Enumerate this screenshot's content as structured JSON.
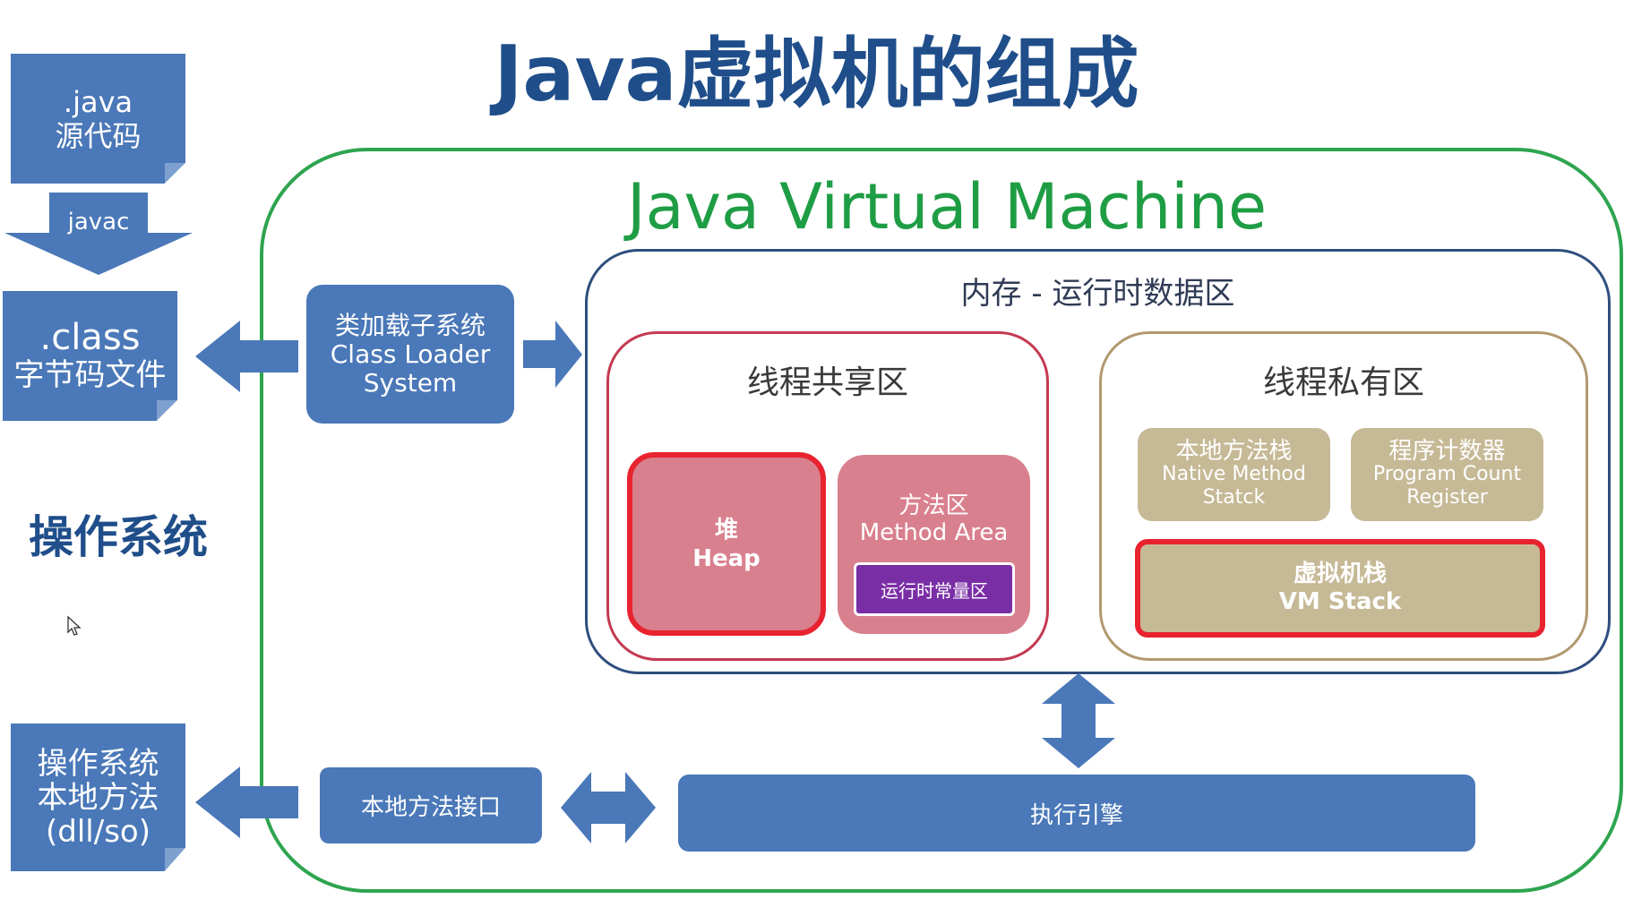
{
  "title": "Java虚拟机的组成",
  "source_file": {
    "line1": ".java",
    "line2": "源代码"
  },
  "javac_label": "javac",
  "class_file": {
    "line1": ".class",
    "line2": "字节码文件"
  },
  "os_label": "操作系统",
  "os_native": {
    "line1": "操作系统",
    "line2": "本地方法",
    "line3": "(dll/so)"
  },
  "jvm_title": "Java Virtual Machine",
  "class_loader": {
    "line1": "类加载子系统",
    "line2": "Class Loader",
    "line3": "System"
  },
  "memory": {
    "title": "内存 - 运行时数据区",
    "shared": {
      "title": "线程共享区",
      "heap": {
        "line1": "堆",
        "line2": "Heap"
      },
      "method_area": {
        "line1": "方法区",
        "line2": "Method Area",
        "constant_pool": "运行时常量区"
      }
    },
    "private": {
      "title": "线程私有区",
      "native_stack": {
        "line1": "本地方法栈",
        "line2": "Native Method",
        "line3": "Statck"
      },
      "pc_register": {
        "line1": "程序计数器",
        "line2": "Program Count",
        "line3": "Register"
      },
      "vm_stack": {
        "line1": "虚拟机栈",
        "line2": "VM Stack"
      }
    }
  },
  "native_interface": "本地方法接口",
  "execution_engine": "执行引擎",
  "colors": {
    "blue": "#4a78b8",
    "green": "#2ea44f",
    "pink": "#d9808e",
    "tan": "#c6b996",
    "red": "#e8232f",
    "purple": "#7a2ea6",
    "title": "#1f4e8a"
  }
}
